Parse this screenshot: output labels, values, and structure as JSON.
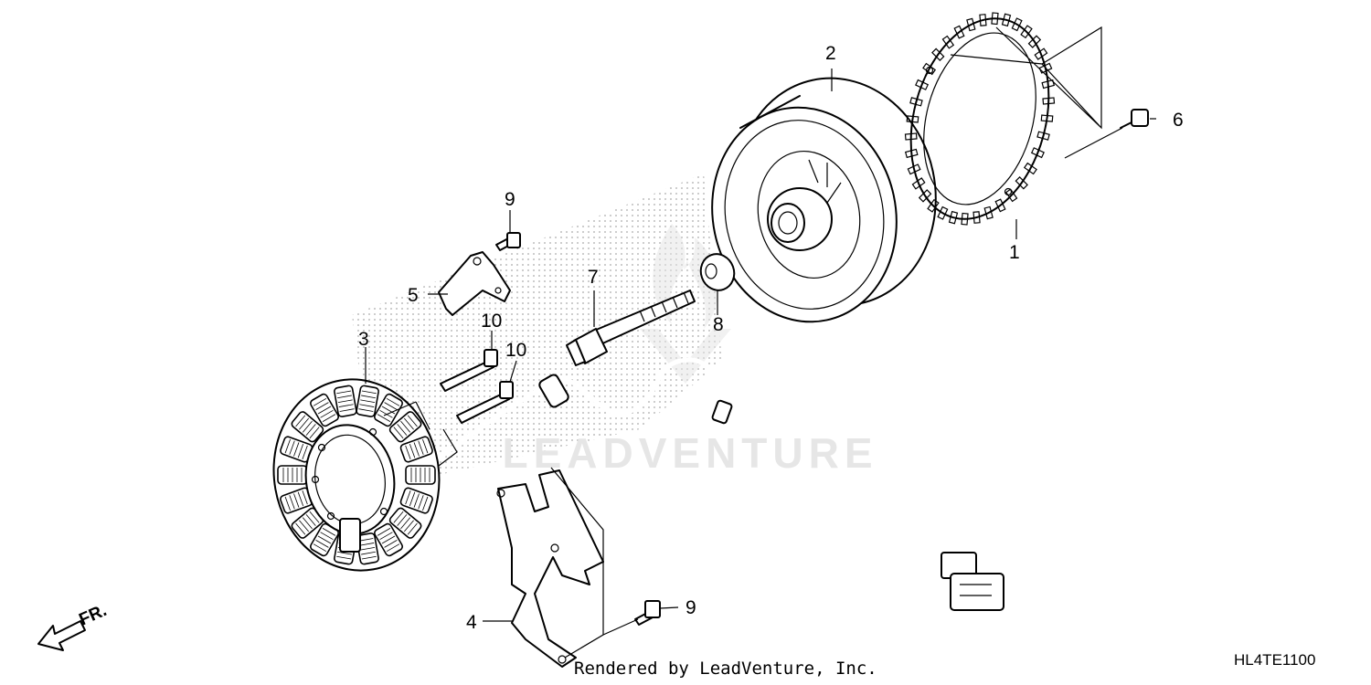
{
  "watermark": {
    "text": "LEADVENTURE"
  },
  "callouts": {
    "p1": "1",
    "p2": "2",
    "p3": "3",
    "p4": "4",
    "p5": "5",
    "p6": "6",
    "p7": "7",
    "p8": "8",
    "p9a": "9",
    "p9b": "9",
    "p10a": "10",
    "p10b": "10"
  },
  "direction": {
    "label": "FR."
  },
  "footer": {
    "credit": "Rendered by LeadVenture, Inc.",
    "diagram_code": "HL4TE1100"
  },
  "icons": [
    "front-direction-arrow-icon",
    "leadventure-flame-logo"
  ]
}
